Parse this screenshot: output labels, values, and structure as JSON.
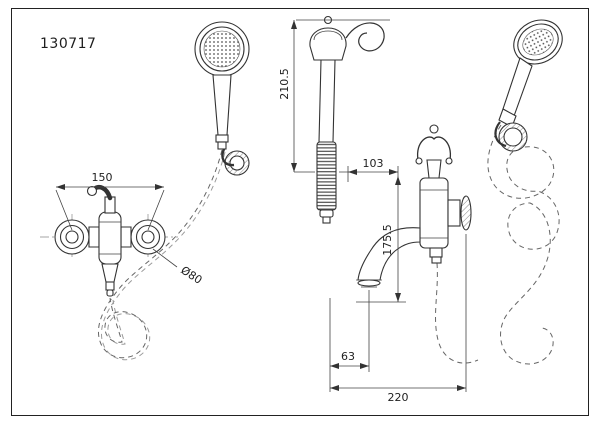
{
  "part_number": "130717",
  "dimensions": {
    "inlet_spacing": "150",
    "flange_diameter": "Ø80",
    "handset_height": "210.5",
    "bracket_reach": "103",
    "spout_height": "175.5",
    "spout_offset": "63",
    "overall_reach": "220"
  }
}
